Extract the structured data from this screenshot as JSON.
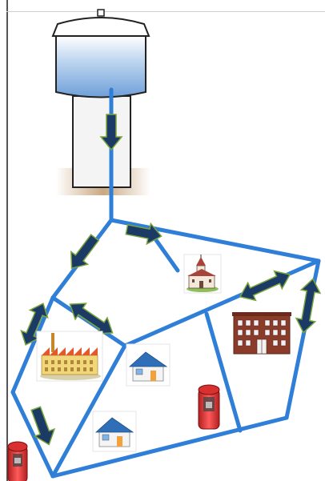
{
  "diagram": {
    "nodes": [
      {
        "id": "water-tower",
        "icon": "water-tower-icon"
      },
      {
        "id": "church",
        "icon": "church-icon"
      },
      {
        "id": "factory",
        "icon": "factory-icon"
      },
      {
        "id": "apartment",
        "icon": "apartment-building-icon"
      },
      {
        "id": "house-center",
        "icon": "house-icon"
      },
      {
        "id": "house-lower",
        "icon": "house-icon"
      },
      {
        "id": "hydrant-center",
        "icon": "fire-hydrant-icon"
      },
      {
        "id": "hydrant-corner",
        "icon": "fire-hydrant-icon"
      }
    ],
    "pipe_network": {
      "segments": 12,
      "type": "water distribution pipes"
    },
    "flow_arrows": [
      {
        "id": "tower-down",
        "style": "single"
      },
      {
        "id": "to-church",
        "style": "single"
      },
      {
        "id": "down-left",
        "style": "single"
      },
      {
        "id": "left-pipe",
        "style": "double"
      },
      {
        "id": "diagonal-center",
        "style": "double"
      },
      {
        "id": "right-upper",
        "style": "double"
      },
      {
        "id": "right-vertical",
        "style": "double"
      },
      {
        "id": "bottom-left",
        "style": "single"
      }
    ],
    "colors": {
      "pipe": "#2F7FD8",
      "arrow_fill": "#1B3A66",
      "arrow_outline": "#7BA43A",
      "water": "#8FB6E2",
      "tank_body": "#F2F2F2",
      "ground": "#C9A882",
      "hydrant": "#E23A3A",
      "brick": "#8A3B2A",
      "factory_roof": "#E25A2A",
      "factory_wall": "#F2D77A",
      "church_wall": "#F3E9DA",
      "church_roof": "#A8433A",
      "house_roof": "#2F6FB8",
      "house_wall": "#F4F4F4",
      "house_door": "#F2A23A"
    }
  }
}
